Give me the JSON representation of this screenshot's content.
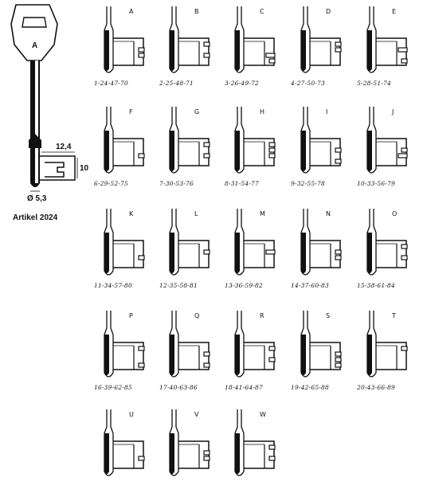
{
  "main_key": {
    "bow_label": "A",
    "dim_bit_width": "12,4",
    "dim_bit_height": "10",
    "dim_diameter": "Ø 5,3",
    "article": "Artikel 2024"
  },
  "keys": [
    {
      "letter": "A",
      "numbers": "1-24-47-70",
      "cut": [
        0,
        1,
        1,
        0
      ]
    },
    {
      "letter": "B",
      "numbers": "2-25-48-71",
      "cut": [
        1,
        0,
        1,
        0
      ]
    },
    {
      "letter": "C",
      "numbers": "3-26-49-72",
      "cut": [
        0,
        0,
        2,
        1
      ]
    },
    {
      "letter": "D",
      "numbers": "4-27-50-73",
      "cut": [
        1,
        1,
        0,
        0
      ]
    },
    {
      "letter": "E",
      "numbers": "5-28-51-74",
      "cut": [
        0,
        2,
        0,
        1
      ]
    },
    {
      "letter": "F",
      "numbers": "6-29-52-75",
      "cut": [
        0,
        0,
        1,
        0
      ]
    },
    {
      "letter": "G",
      "numbers": "7-30-53-76",
      "cut": [
        1,
        0,
        1,
        0
      ]
    },
    {
      "letter": "H",
      "numbers": "8-31-54-77",
      "cut": [
        1,
        1,
        1,
        0
      ]
    },
    {
      "letter": "I",
      "numbers": "9-32-55-78",
      "cut": [
        0,
        1,
        0,
        1
      ]
    },
    {
      "letter": "J",
      "numbers": "10-33-56-79",
      "cut": [
        0,
        1,
        2,
        0
      ]
    },
    {
      "letter": "K",
      "numbers": "11-34-57-80",
      "cut": [
        0,
        0,
        1,
        0
      ]
    },
    {
      "letter": "L",
      "numbers": "12-35-58-81",
      "cut": [
        0,
        1,
        0,
        0
      ]
    },
    {
      "letter": "M",
      "numbers": "13-36-59-82",
      "cut": [
        0,
        2,
        0,
        0
      ]
    },
    {
      "letter": "N",
      "numbers": "14-37-60-83",
      "cut": [
        0,
        1,
        1,
        0
      ]
    },
    {
      "letter": "O",
      "numbers": "15-38-61-84",
      "cut": [
        1,
        0,
        1,
        0
      ]
    },
    {
      "letter": "P",
      "numbers": "16-39-62-85",
      "cut": [
        1,
        0,
        0,
        1
      ]
    },
    {
      "letter": "Q",
      "numbers": "17-40-63-86",
      "cut": [
        0,
        1,
        0,
        1
      ]
    },
    {
      "letter": "R",
      "numbers": "18-41-64-87",
      "cut": [
        1,
        0,
        1,
        0
      ]
    },
    {
      "letter": "S",
      "numbers": "19-42-65-88",
      "cut": [
        0,
        1,
        1,
        1
      ]
    },
    {
      "letter": "T",
      "numbers": "20-43-66-89",
      "cut": [
        1,
        0,
        0,
        0
      ]
    },
    {
      "letter": "U",
      "numbers": "",
      "cut": [
        0,
        0,
        1,
        0
      ]
    },
    {
      "letter": "V",
      "numbers": "",
      "cut": [
        0,
        1,
        1,
        0
      ]
    },
    {
      "letter": "W",
      "numbers": "",
      "cut": [
        1,
        0,
        1,
        0
      ]
    }
  ]
}
